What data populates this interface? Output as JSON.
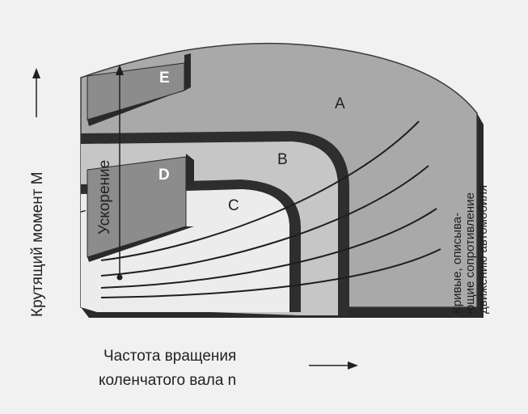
{
  "diagram": {
    "zones": {
      "a": "A",
      "b": "B",
      "c": "C",
      "d": "D",
      "e": "E"
    },
    "y_axis_label": "Крутящий момент M",
    "x_axis_label_line1": "Частота вращения",
    "x_axis_label_line2": "коленчатого вала n",
    "acceleration_label": "Ускорение",
    "resistance_label_line1": "Кривые, описыва-",
    "resistance_label_line2": "ющие сопротивление",
    "resistance_label_line3": "движению автомобиля"
  },
  "colors": {
    "background": "#f1f1f1",
    "zone_a": "#a9a9a9",
    "zone_b": "#c6c6c6",
    "zone_c": "#ececec",
    "plate": "#8c8c8c",
    "dark_side": "#2a2a2a",
    "curve": "#1e1e1e"
  }
}
